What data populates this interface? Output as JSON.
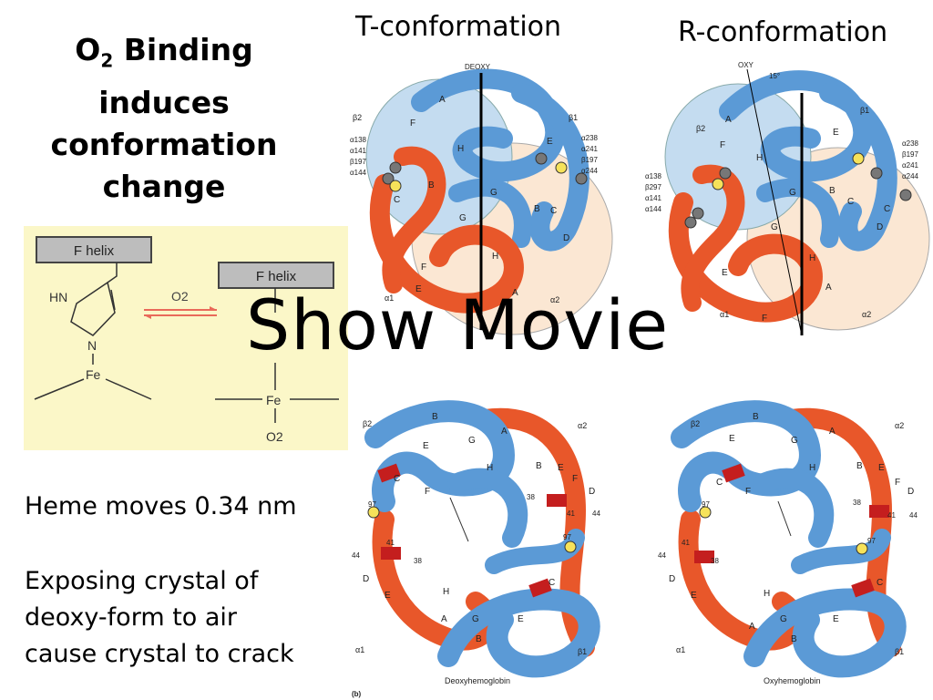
{
  "title": {
    "pre": "O",
    "sub": "2",
    "post": " Binding induces conformation change"
  },
  "t_label": "T-conformation",
  "r_label": "R-conformation",
  "deoxy_tag": "DEOXY",
  "oxy_tag": "OXY",
  "oxy_angle": "15°",
  "show_movie": "Show Movie",
  "heme_text": "Heme moves 0.34 nm",
  "crystal_lines": [
    "Exposing crystal of",
    "deoxy-form to air",
    "cause crystal to crack"
  ],
  "chem": {
    "f_helix_left": "F helix",
    "f_helix_right": "F helix",
    "hn": "HN",
    "n": "N",
    "fe_left": "Fe",
    "fe_right": "Fe",
    "o2_arrow": "O2",
    "o2_bound": "O2"
  },
  "t_structure": {
    "chain_labels": [
      "β2",
      "β1",
      "α1",
      "α2"
    ],
    "left_contacts": [
      "α138",
      "α141",
      "β197",
      "α144"
    ],
    "right_contacts": [
      "α238",
      "α241",
      "β197",
      "α244"
    ],
    "helices": [
      "A",
      "F",
      "H",
      "E",
      "C",
      "B",
      "G",
      "G",
      "H",
      "B",
      "C",
      "D",
      "E",
      "F",
      "A"
    ]
  },
  "r_structure": {
    "chain_labels": [
      "β2",
      "β1",
      "α1",
      "α2"
    ],
    "left_contacts": [
      "α138",
      "β297",
      "α141",
      "α144"
    ],
    "right_contacts": [
      "α238",
      "β197",
      "α241",
      "α244"
    ],
    "helices": [
      "A",
      "F",
      "H",
      "E",
      "C",
      "B",
      "G",
      "G",
      "H",
      "E",
      "F",
      "A",
      "C",
      "D"
    ]
  },
  "deoxy_bottom": {
    "caption": "Deoxyhemoglobin",
    "chain_labels": [
      "β2",
      "α2",
      "α1",
      "β1"
    ],
    "numbers": [
      "97",
      "38",
      "41",
      "44",
      "41",
      "38",
      "44",
      "97"
    ],
    "helices": [
      "B",
      "G",
      "A",
      "E",
      "H",
      "C",
      "F",
      "B",
      "E",
      "D",
      "F",
      "D",
      "E",
      "A",
      "G",
      "H",
      "C",
      "E",
      "B"
    ]
  },
  "oxy_bottom": {
    "caption": "Oxyhemoglobin",
    "chain_labels": [
      "β2",
      "α2",
      "α1",
      "β1"
    ],
    "numbers": [
      "97",
      "38",
      "41",
      "44",
      "41",
      "38",
      "44",
      "97"
    ],
    "helices": [
      "B",
      "G",
      "A",
      "E",
      "H",
      "C",
      "F",
      "B",
      "E",
      "D",
      "F",
      "D",
      "E",
      "A",
      "G",
      "H",
      "C",
      "E",
      "B"
    ]
  },
  "panel_tag": "(b)",
  "colors": {
    "alpha": "#e8572a",
    "beta": "#5b9ad6",
    "beta_light": "#c4dcf0",
    "alpha_light": "#fbe7d3",
    "panel": "#fbf7c8"
  }
}
